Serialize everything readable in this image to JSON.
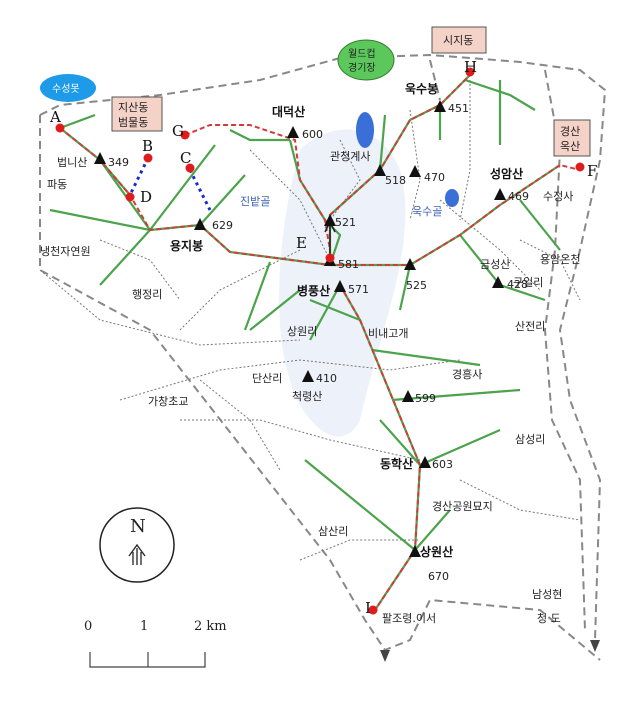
{
  "map": {
    "compass_letter": "N",
    "scale": {
      "labels": [
        "0",
        "1",
        "2 km"
      ]
    },
    "points": [
      "A",
      "B",
      "C",
      "D",
      "E",
      "F",
      "G",
      "H",
      "I"
    ],
    "peaks": [
      {
        "name": "법니산",
        "elev": "349"
      },
      {
        "name": "용지봉",
        "elev": "629"
      },
      {
        "name": "대덕산",
        "elev": "600"
      },
      {
        "name": "",
        "elev": "521"
      },
      {
        "name": "",
        "elev": "518"
      },
      {
        "name": "",
        "elev": "470"
      },
      {
        "name": "욱수봉",
        "elev": "451"
      },
      {
        "name": "성암산",
        "elev": "469"
      },
      {
        "name": "",
        "elev": "581"
      },
      {
        "name": "병풍산",
        "elev": "571"
      },
      {
        "name": "",
        "elev": "525"
      },
      {
        "name": "금성산",
        "elev": "428"
      },
      {
        "name": "",
        "elev": "410"
      },
      {
        "name": "",
        "elev": "599"
      },
      {
        "name": "동학산",
        "elev": "603"
      },
      {
        "name": "상원산",
        "elev": "670"
      }
    ],
    "boxes": {
      "sujangdong": [
        "지산동",
        "범물동"
      ],
      "sijidong": "시지동",
      "gyeongsan": [
        "경산",
        "옥산"
      ],
      "worldcup": [
        "월드컵",
        "경기장"
      ],
      "suseongmot": "수성못"
    },
    "places": {
      "padong": "파동",
      "naengcheon": "냉천자연원",
      "haengjeongni": "행정리",
      "gachangchogyo": "가창초교",
      "dansanri": "단산리",
      "cheokryeongsan": "척령산",
      "sangwonri": "상원리",
      "binaegogae": "비내고개",
      "gyeongheungsa": "경흥사",
      "samseongni": "삼성리",
      "gyeongsan_park": "경산공원묘지",
      "samsanri": "삼산리",
      "paljoryeong": "팔조령.이서",
      "namseonghyeon": "남성현",
      "cheongdo": "청 도",
      "sanjeonri": "산전리",
      "guilli": "구일리",
      "yongamonchon": "용암온천",
      "sujeongsa": "수정사",
      "gwancheongyesa": "관청계사",
      "jinbatgol": "진밭골",
      "uksugol": "욱수골"
    }
  }
}
